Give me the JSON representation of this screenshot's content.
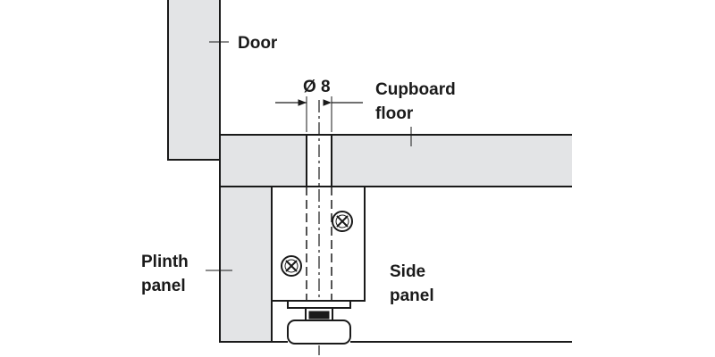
{
  "labels": {
    "door": "Door",
    "cupboard_floor_line1": "Cupboard",
    "cupboard_floor_line2": "floor",
    "plinth_panel_line1": "Plinth",
    "plinth_panel_line2": "panel",
    "side_panel_line1": "Side",
    "side_panel_line2": "panel"
  },
  "dimension": {
    "diameter": "Ø 8"
  },
  "colors": {
    "panel_fill": "#e3e4e6",
    "outline": "#1a1a1a",
    "background": "#ffffff"
  }
}
